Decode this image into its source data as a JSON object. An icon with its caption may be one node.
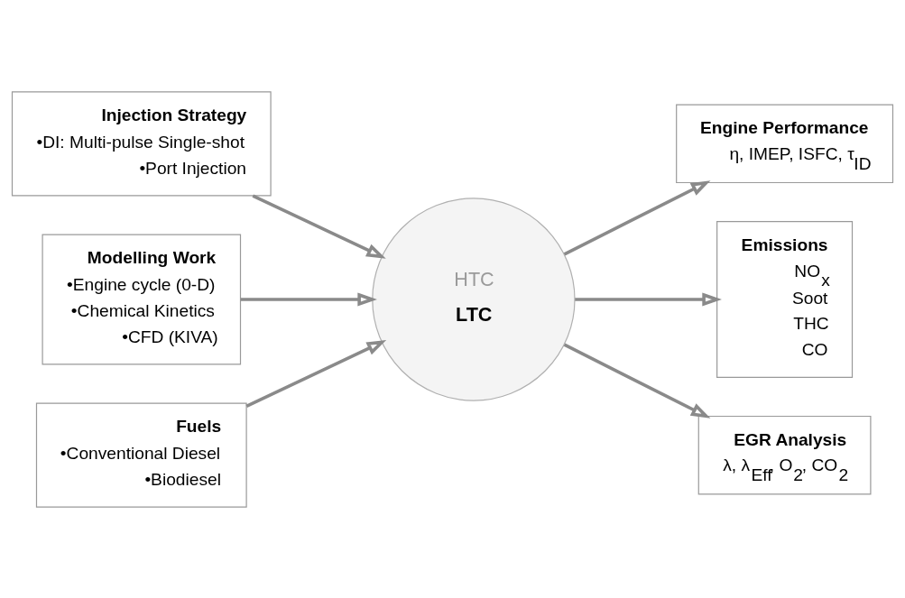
{
  "diagram": {
    "nodes": [
      {
        "text": [
          "Injection Strategy",
          "•DI: Multi-pulse Single-shot",
          "•Port Injection"
        ]
      },
      {
        "text": [
          "Modelling Work",
          "•Engine cycle (0-D)",
          "•Chemical Kinetics",
          "•CFD (KIVA)"
        ]
      },
      {
        "text": [
          "Fuels",
          "•Conventional Diesel",
          "•Biodiesel"
        ]
      },
      {
        "text": [
          "HTC",
          "LTC"
        ]
      },
      {
        "text": [
          "Engine Performance",
          "η, IMEP, ISFC, τ$_{ID}$"
        ]
      },
      {
        "text": [
          "Emissions",
          "NO$_{x}$",
          "Soot",
          "THC",
          "CO"
        ]
      },
      {
        "text": [
          "EGR Analysis",
          "λ, λ$_{Eff}$, O$_{2}$, CO$_{2}$"
        ]
      }
    ],
    "edges": [
      {
        "from": 0,
        "to": 3,
        "arrow": "to"
      },
      {
        "from": 1,
        "to": 3,
        "arrow": "to"
      },
      {
        "from": 2,
        "to": 3,
        "arrow": "to"
      },
      {
        "from": 3,
        "to": 4,
        "arrow": "to"
      },
      {
        "from": 3,
        "to": 5,
        "arrow": "to"
      },
      {
        "from": 3,
        "to": 6,
        "arrow": "to"
      }
    ]
  }
}
